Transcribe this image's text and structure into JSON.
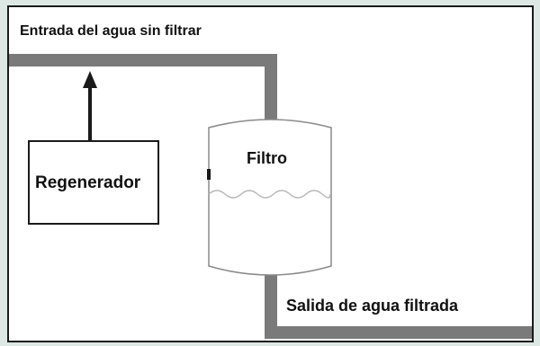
{
  "diagram": {
    "inlet_label": "Entrada del agua sin filtrar",
    "regenerator_label": "Regenerador",
    "filter_label": "Filtro",
    "outlet_label": "Salida de agua filtrada"
  },
  "colors": {
    "pipe": "#7a7a7a",
    "outline": "#1a1a1a",
    "background": "#dde8e4",
    "panel": "#ffffff",
    "water_line": "#b8b8b8"
  }
}
